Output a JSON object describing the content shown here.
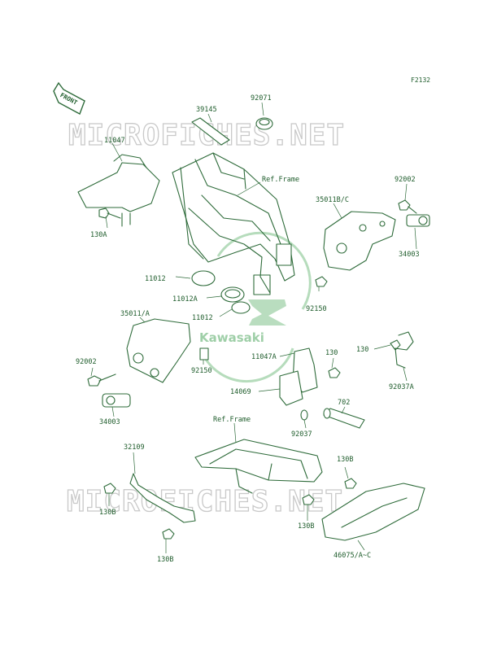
{
  "diagram": {
    "figure_code": "F2132",
    "front_label": "FRONT",
    "watermark": "MICROFICHES.NET",
    "brand": "Kawasaki",
    "accent_color": "#2e6b3a",
    "callouts": {
      "c39145": "39145",
      "c92071": "92071",
      "c11047": "11047",
      "c130A": "130A",
      "cRefFrame1": "Ref.Frame",
      "c92002a": "92002",
      "c35011BC": "35011B/C",
      "c34003a": "34003",
      "c11012a": "11012",
      "c11012A": "11012A",
      "c11012b": "11012",
      "c92150a": "92150",
      "c35011A": "35011/A",
      "c92002b": "92002",
      "c92150b": "92150",
      "c34003b": "34003",
      "c11047A": "11047A",
      "c130a": "130",
      "c130b": "130",
      "c92037A": "92037A",
      "c14069": "14069",
      "c702": "702",
      "c92037": "92037",
      "cRefFrame2": "Ref.Frame",
      "c32109": "32109",
      "c130B1": "130B",
      "c130B2": "130B",
      "c130B3": "130B",
      "c130B4": "130B",
      "c46075": "46075/A~C"
    }
  }
}
